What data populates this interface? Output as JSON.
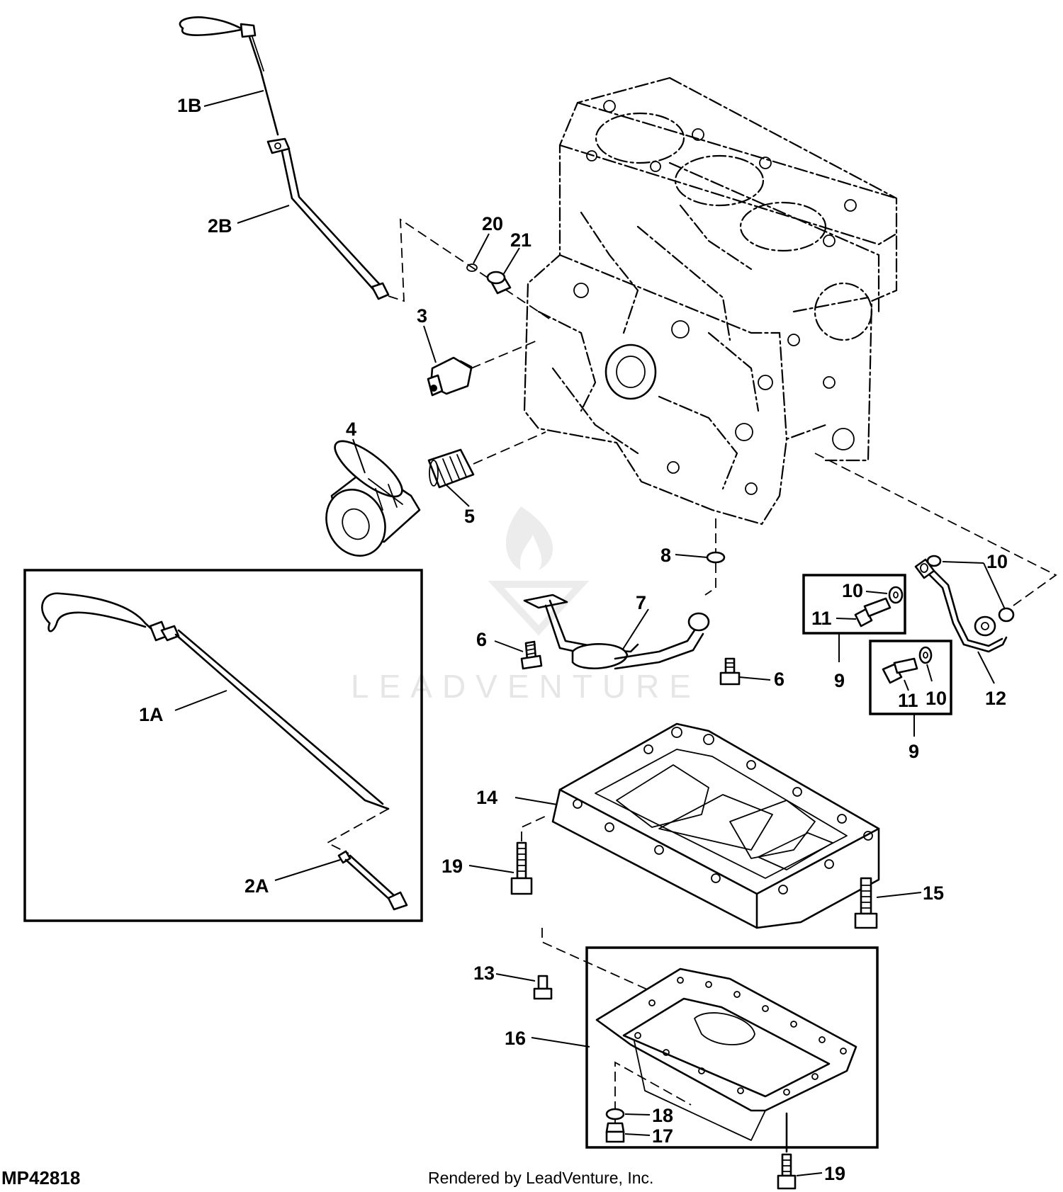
{
  "diagram_id": "MP42818",
  "credit": "Rendered by LeadVenture, Inc.",
  "watermark": "LEADVENTURE",
  "callouts": {
    "c1B": "1B",
    "c2B": "2B",
    "c20": "20",
    "c21": "21",
    "c3": "3",
    "c4": "4",
    "c5": "5",
    "c8": "8",
    "c10a": "10",
    "c10b": "10",
    "c10c": "10",
    "c11a": "11",
    "c11b": "11",
    "c7": "7",
    "c6a": "6",
    "c6b": "6",
    "c9a": "9",
    "c9b": "9",
    "c12": "12",
    "c1A": "1A",
    "c2A": "2A",
    "c14": "14",
    "c19a": "19",
    "c15": "15",
    "c13": "13",
    "c16": "16",
    "c18": "18",
    "c17": "17",
    "c19b": "19"
  },
  "colors": {
    "ink": "#000000",
    "paper": "#ffffff",
    "watermark": "#e6e6e6"
  }
}
